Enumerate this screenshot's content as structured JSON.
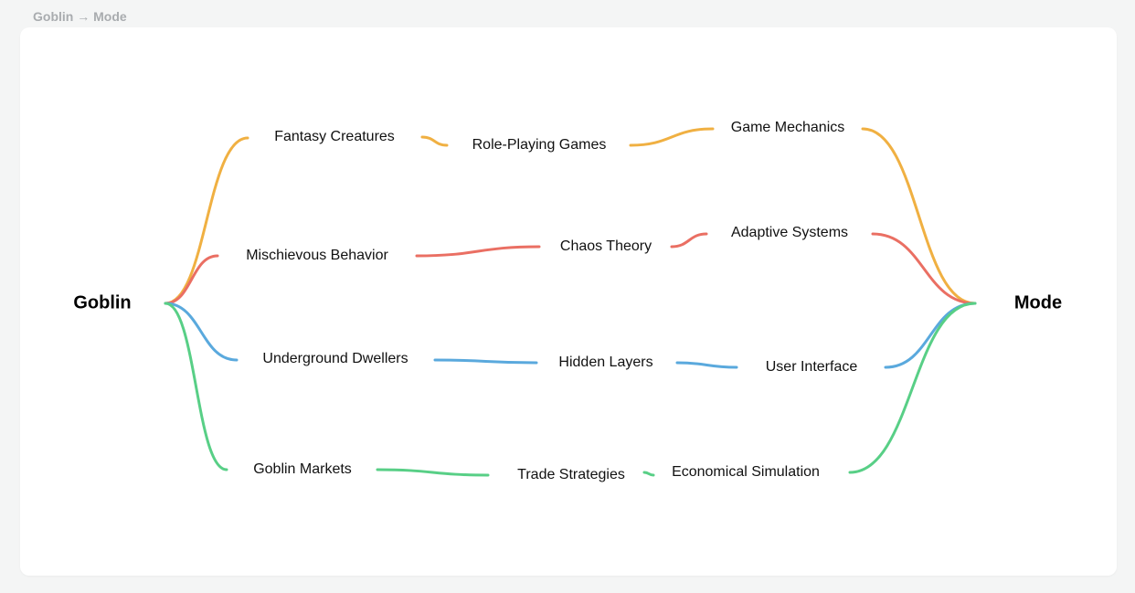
{
  "breadcrumb": "Goblin → Mode",
  "colors": {
    "orange": "#f0b042",
    "red": "#ea6f63",
    "blue": "#5aa9dd",
    "green": "#58cf86"
  },
  "diagram": {
    "source": "Goblin",
    "target": "Mode",
    "paths": [
      {
        "color": "orange",
        "nodes": [
          "Fantasy Creatures",
          "Role-Playing Games",
          "Game Mechanics"
        ]
      },
      {
        "color": "red",
        "nodes": [
          "Mischievous Behavior",
          "Chaos Theory",
          "Adaptive Systems"
        ]
      },
      {
        "color": "blue",
        "nodes": [
          "Underground Dwellers",
          "Hidden Layers",
          "User Interface"
        ]
      },
      {
        "color": "green",
        "nodes": [
          "Goblin Markets",
          "Trade Strategies",
          "Economical Simulation"
        ]
      }
    ]
  }
}
